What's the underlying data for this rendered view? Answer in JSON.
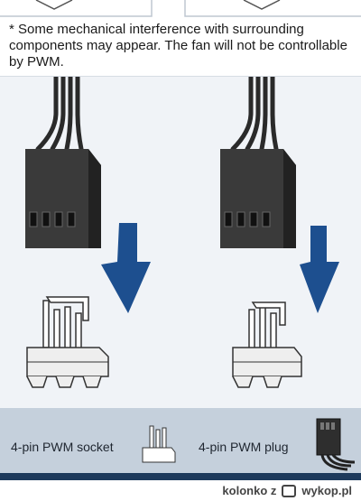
{
  "note": {
    "text": "* Some mechanical interference with surrounding components may appear. The fan will not be controllable by PWM."
  },
  "legend": {
    "socket_label": "4-pin PWM socket",
    "plug_label": "4-pin PWM plug"
  },
  "footer": {
    "user_prefix": "kolonko z",
    "site_name": "wykop.pl"
  },
  "colors": {
    "arrow": "#1d4f8f",
    "connector": "#3a3a3a",
    "legend_bg": "#c5d0dc"
  }
}
